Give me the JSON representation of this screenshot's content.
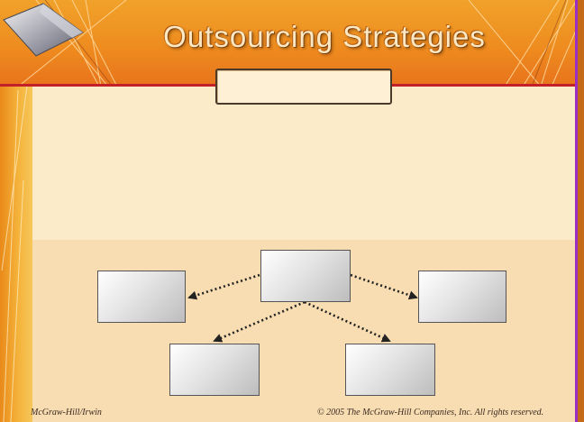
{
  "slide": {
    "title": "Outsourcing  Strategies",
    "footer_left": "McGraw-Hill/Irwin",
    "footer_right": "© 2005 The McGraw-Hill Companies, Inc. All rights reserved."
  },
  "diagram": {
    "nodes": [
      {
        "id": "top",
        "label": ""
      },
      {
        "id": "left",
        "label": ""
      },
      {
        "id": "right",
        "label": ""
      },
      {
        "id": "bottom-left",
        "label": ""
      },
      {
        "id": "bottom-right",
        "label": ""
      }
    ],
    "edges": [
      {
        "from": "top",
        "to": "left"
      },
      {
        "from": "top",
        "to": "right"
      },
      {
        "from": "top",
        "to": "bottom-left"
      },
      {
        "from": "top",
        "to": "bottom-right"
      }
    ]
  },
  "colors": {
    "header": "#ee8c1f",
    "rule": "#c4202a",
    "accent_bar": "#9a2fc4",
    "panel_upper": "#fcebc8",
    "panel_lower": "#f8ddb2"
  }
}
